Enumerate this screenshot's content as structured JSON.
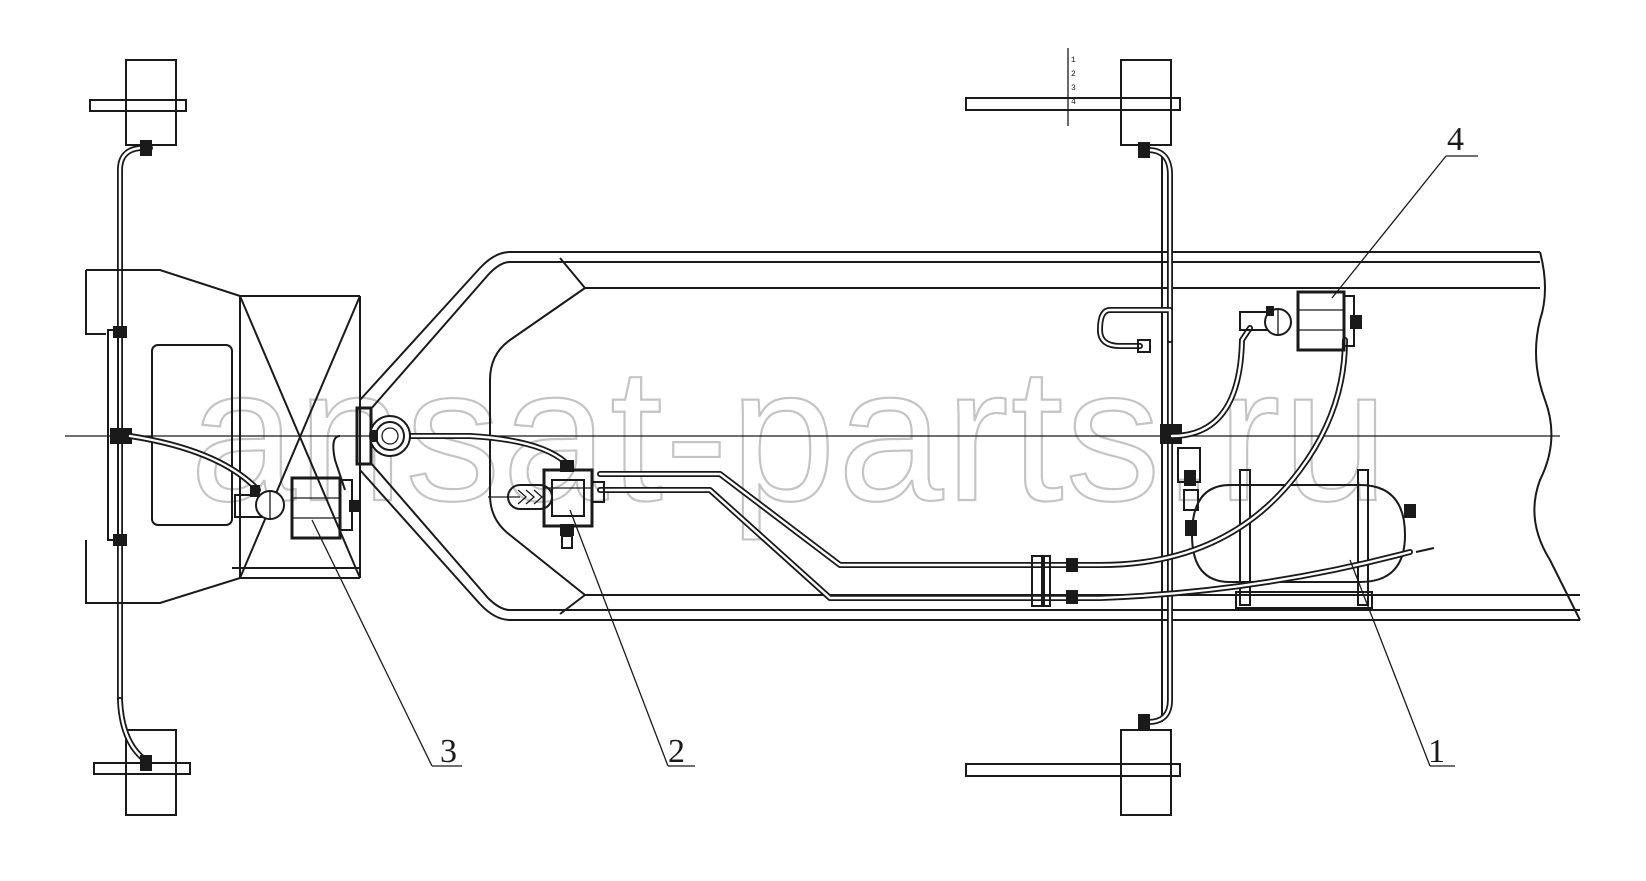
{
  "watermark": "ansat-parts.ru",
  "callouts": [
    {
      "id": "1",
      "label": "1"
    },
    {
      "id": "2",
      "label": "2"
    },
    {
      "id": "3",
      "label": "3"
    },
    {
      "id": "4",
      "label": "4"
    }
  ],
  "scale_marks": [
    "1",
    "2",
    "3",
    "4"
  ]
}
